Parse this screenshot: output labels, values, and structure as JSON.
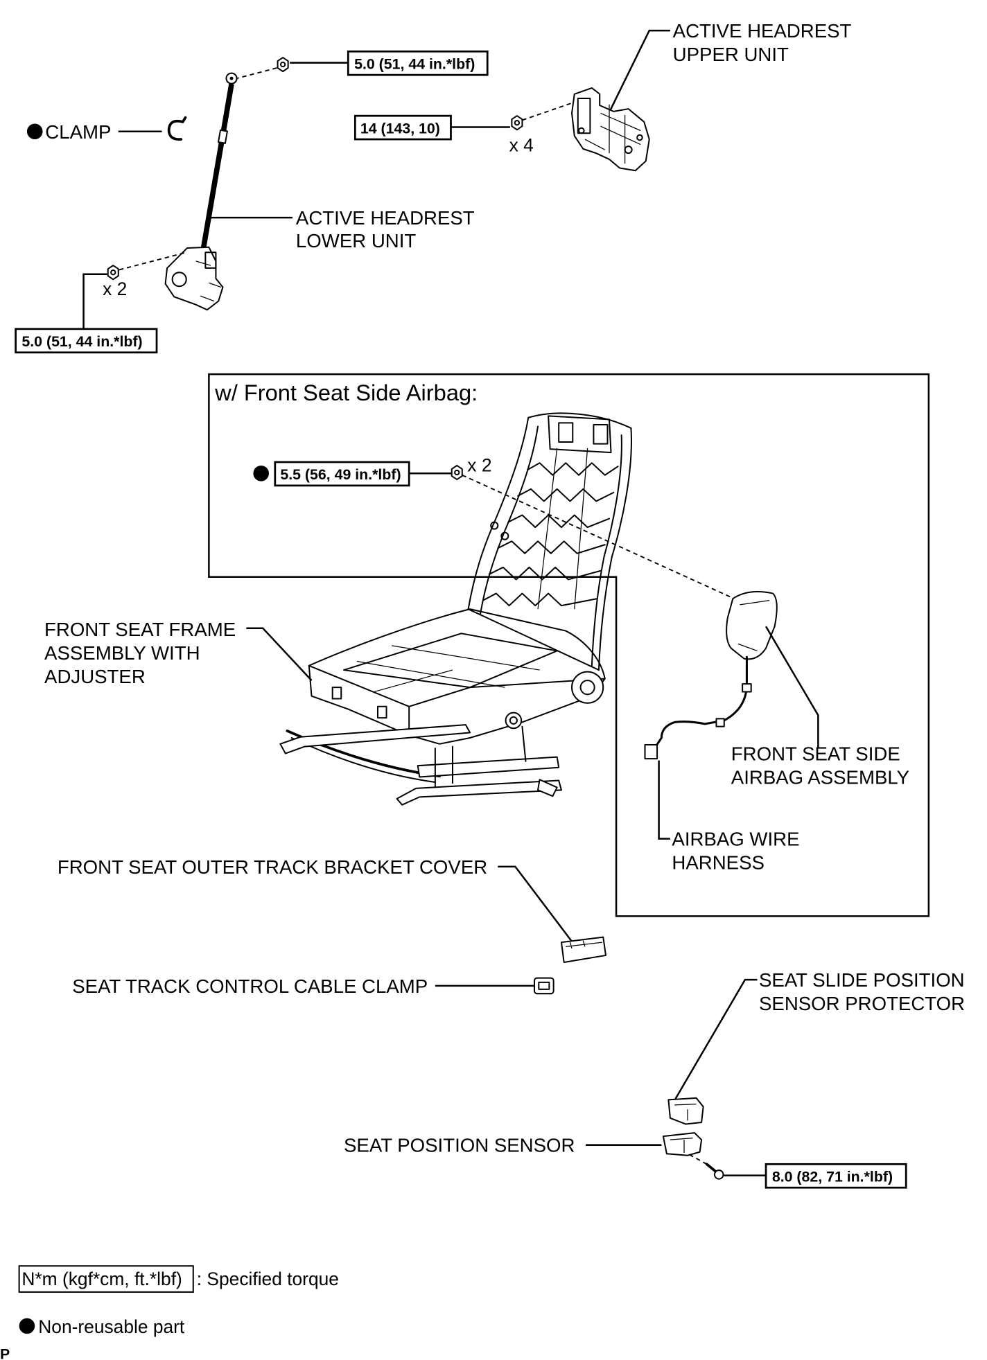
{
  "labels": {
    "headrest_upper_unit": [
      "ACTIVE HEADREST",
      "UPPER UNIT"
    ],
    "headrest_lower_unit": [
      "ACTIVE HEADREST",
      "LOWER UNIT"
    ],
    "clamp": "CLAMP",
    "seat_frame": [
      "FRONT SEAT FRAME",
      "ASSEMBLY WITH",
      "ADJUSTER"
    ],
    "side_airbag": [
      "FRONT SEAT SIDE",
      "AIRBAG ASSEMBLY"
    ],
    "airbag_wire": [
      "AIRBAG WIRE",
      "HARNESS"
    ],
    "track_bracket_cover": "FRONT SEAT OUTER TRACK BRACKET COVER",
    "cable_clamp": "SEAT TRACK CONTROL CABLE CLAMP",
    "sensor_protector": [
      "SEAT SLIDE POSITION",
      "SENSOR PROTECTOR"
    ],
    "position_sensor": "SEAT POSITION SENSOR"
  },
  "torques": {
    "rod_nut_upper": "5.0 (51, 44 in.*lbf)",
    "upper_unit_nuts": "14 (143, 10)",
    "lower_unit_nuts": "5.0 (51, 44 in.*lbf)",
    "airbag_nuts": "5.5 (56, 49 in.*lbf)",
    "sensor_bolt": "8.0 (82, 71 in.*lbf)"
  },
  "quantities": {
    "upper_unit_nuts": "x 4",
    "lower_unit_nuts": "x 2",
    "airbag_nuts": "x 2"
  },
  "inset": {
    "title": "w/ Front Seat Side Airbag:"
  },
  "legend": {
    "torque_unit": "N*m (kgf*cm, ft.*lbf)",
    "torque_desc": ": Specified torque",
    "non_reusable": "Non-reusable part"
  },
  "footer_code": "P",
  "colors": {
    "ink": "#000000",
    "paper": "#ffffff"
  }
}
